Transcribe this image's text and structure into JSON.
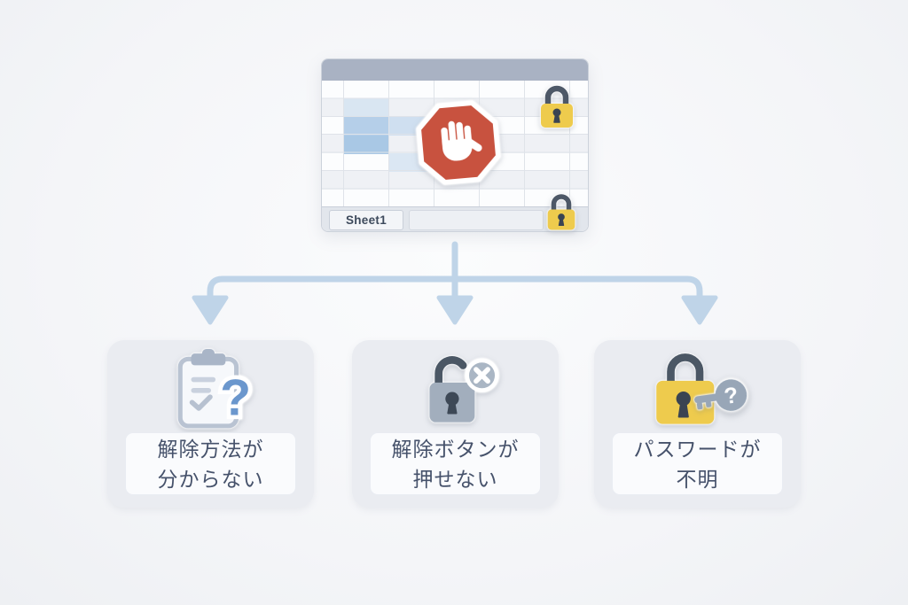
{
  "illustration": {
    "subject": "protected-spreadsheet-problems-diagram",
    "colors": {
      "arrow": "#bfd4e8",
      "stop_sign": "#c8523f",
      "lock_yellow": "#eecb4d",
      "lock_gray": "#a2aebd",
      "shackle": "#4b5765",
      "titlebar": "#a9b2c3",
      "accent_blue": "#6b97cd",
      "card_bg": "#eaecf1",
      "text": "#46526b"
    }
  },
  "spreadsheet": {
    "sheet_tab_label": "Sheet1"
  },
  "icons": {
    "question_mark": "?"
  },
  "cards": [
    {
      "icon": "clipboard-question-icon",
      "line1": "解除方法が",
      "line2": "分からない"
    },
    {
      "icon": "lock-x-icon",
      "line1": "解除ボタンが",
      "line2": "押せない"
    },
    {
      "icon": "lock-key-question-icon",
      "line1": "パスワードが",
      "line2": "不明"
    }
  ]
}
